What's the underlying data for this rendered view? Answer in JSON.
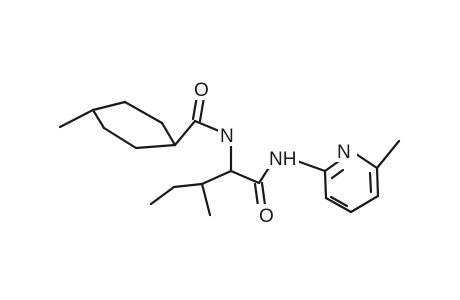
{
  "molecule": {
    "atom_labels": {
      "carbonyl_o_1": "O",
      "amide_n_1": "N",
      "amide_nh_2": "NH",
      "pyridine_n": "N",
      "carbonyl_o_2": "O"
    }
  }
}
